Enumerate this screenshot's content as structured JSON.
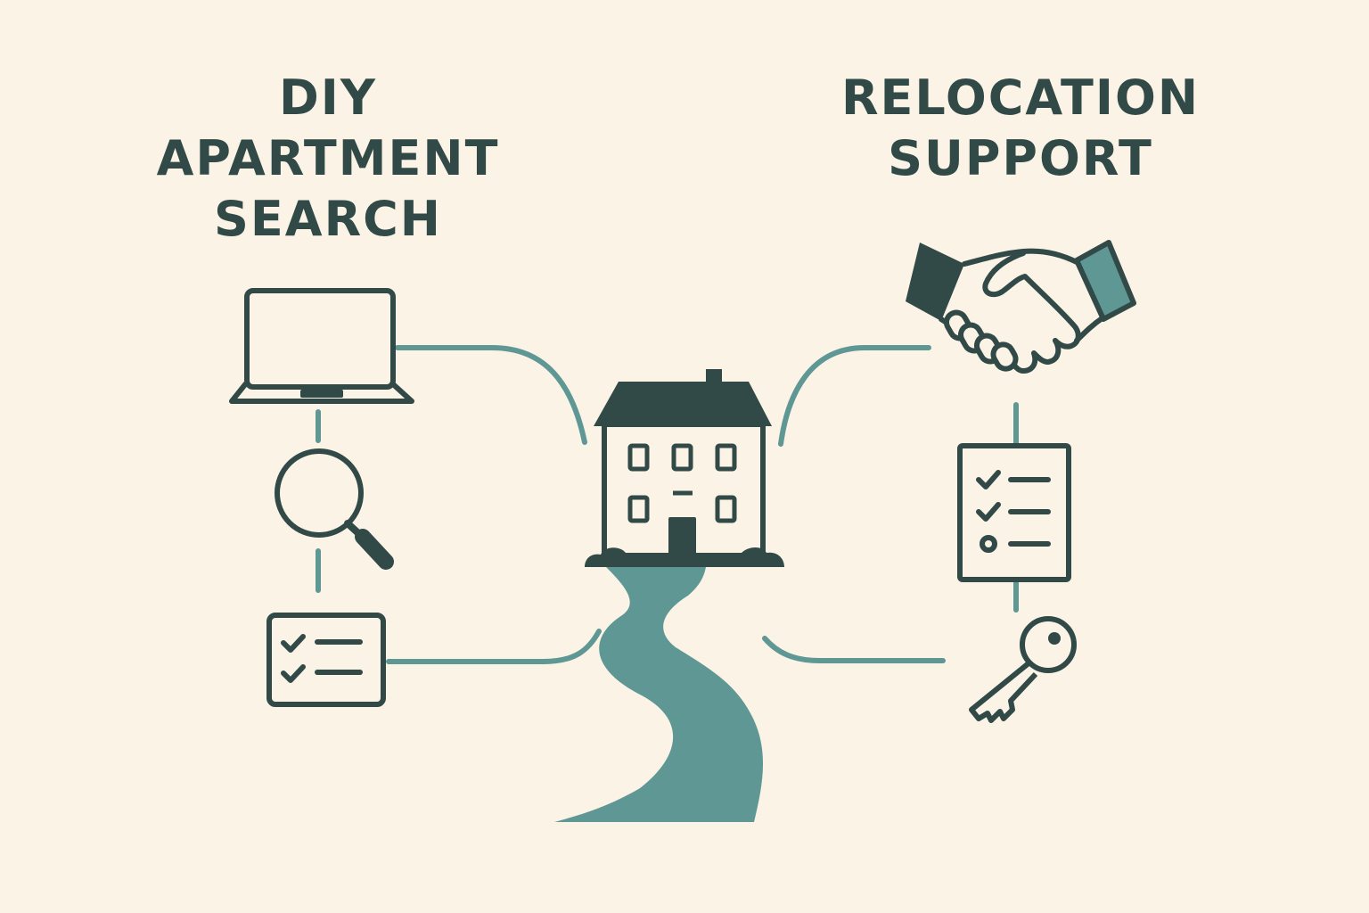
{
  "colors": {
    "background": "#fbf3e6",
    "ink": "#324a47",
    "accent_teal": "#5f9795"
  },
  "left": {
    "heading_lines": [
      "DIY",
      "APARTMENT",
      "SEARCH"
    ],
    "icons": [
      "laptop-icon",
      "magnifier-icon",
      "checklist-card-icon"
    ]
  },
  "right": {
    "heading_lines": [
      "RELOCATION",
      "SUPPORT"
    ],
    "icons": [
      "handshake-icon",
      "checklist-document-icon",
      "key-icon"
    ]
  },
  "center": {
    "icons": [
      "house-icon",
      "winding-path"
    ]
  }
}
